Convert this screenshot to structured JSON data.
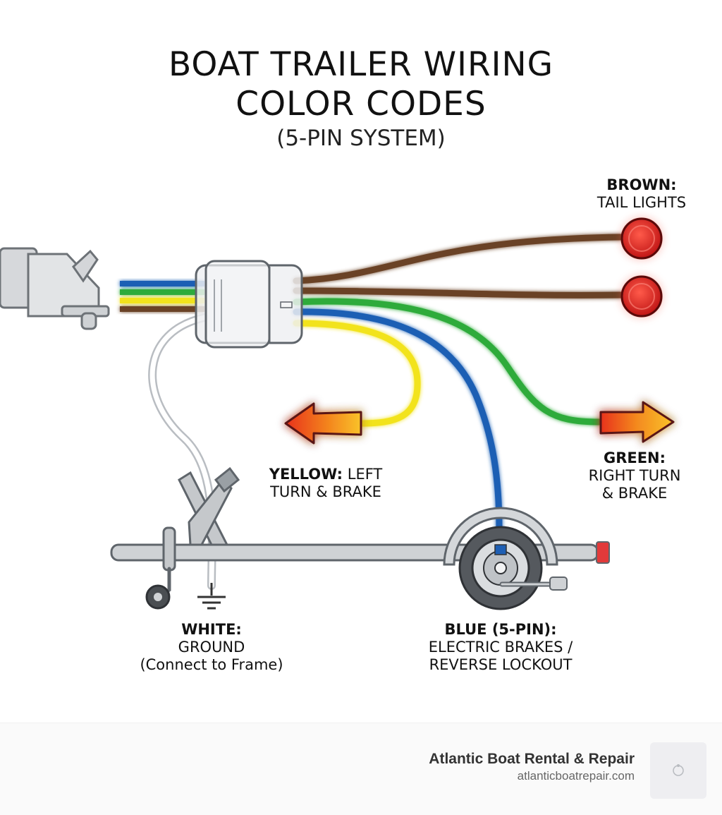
{
  "title": {
    "line1": "BOAT TRAILER WIRING",
    "line2": "COLOR CODES",
    "subtitle": "(5-PIN SYSTEM)"
  },
  "labels": {
    "brown": {
      "head": "BROWN:",
      "body": "TAIL LIGHTS"
    },
    "yellow": {
      "head": "YELLOW:",
      "body1": " LEFT",
      "body2": "TURN & BRAKE"
    },
    "green": {
      "head": "GREEN:",
      "body1": "RIGHT TURN",
      "body2": "& BRAKE"
    },
    "white": {
      "head": "WHITE:",
      "body1": "GROUND",
      "body2": "(Connect to Frame)"
    },
    "blue": {
      "head": "BLUE (5-PIN):",
      "body1": "ELECTRIC BRAKES /",
      "body2": "REVERSE LOCKOUT"
    }
  },
  "wire_colors": {
    "brown": "#6b4226",
    "yellow": "#f2e31b",
    "green": "#2eab3a",
    "blue": "#1e5fb4",
    "white": "#ffffff",
    "red_light": "#e02020",
    "amber_light": "#f07b1a"
  },
  "icons": [
    "hitch-coupler-icon",
    "connector-plug-icon",
    "tail-light-icon",
    "turn-arrow-icon",
    "ground-symbol-icon",
    "wheel-hub-icon",
    "jack-wheel-icon"
  ],
  "footer": {
    "company": "Atlantic Boat Rental & Repair",
    "url": "atlanticboatrepair.com"
  }
}
